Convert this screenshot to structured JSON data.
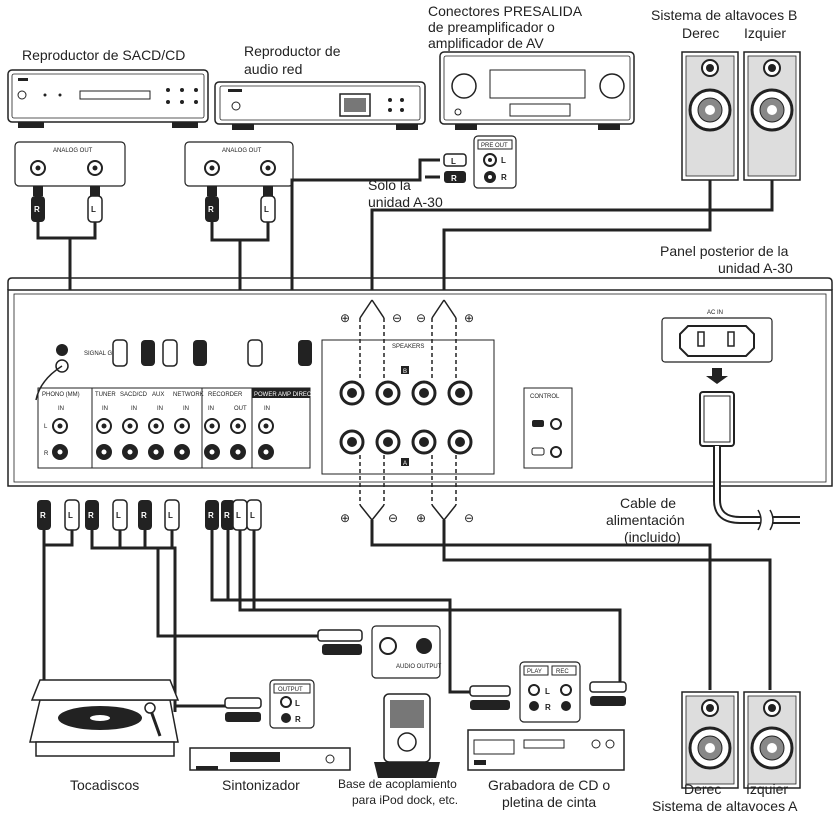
{
  "labels": {
    "sacd_player": "Reproductor de SACD/CD",
    "network_player_1": "Reproductor de",
    "network_player_2": "audio red",
    "preout_1": "Conectores PRESALIDA",
    "preout_2": "de preamplificador o",
    "preout_3": "amplificador de AV",
    "speaker_b": "Sistema de altavoces B",
    "speaker_a": "Sistema de altavoces A",
    "right": "Derec",
    "left": "Izquier",
    "only_a30_1": "Solo la",
    "only_a30_2": "unidad A-30",
    "rear_panel_1": "Panel posterior de la",
    "rear_panel_2": "unidad A-30",
    "power_cable_1": "Cable de",
    "power_cable_2": "alimentación",
    "power_cable_3": "(incluido)",
    "turntable": "Tocadiscos",
    "tuner": "Sintonizador",
    "ipod_1": "Base de acoplamiento",
    "ipod_2": "para iPod dock, etc.",
    "cd_recorder_1": "Grabadora de CD o",
    "cd_recorder_2": "pletina de cinta"
  },
  "panel_labels": {
    "analog_out": "ANALOG OUT",
    "pre_out": "PRE OUT",
    "signal_gnd": "SIGNAL GND",
    "phono": "PHONO (MM)",
    "tuner": "TUNER",
    "sacd_cd": "SACD/CD",
    "aux": "AUX",
    "network": "NETWORK",
    "recorder": "RECORDER",
    "power_amp_direct": "POWER AMP DIRECT",
    "in": "IN",
    "out": "OUT",
    "speakers": "SPEAKERS",
    "control": "CONTROL",
    "ac_in": "AC IN",
    "output": "OUTPUT",
    "audio_output": "AUDIO OUTPUT",
    "play": "PLAY",
    "rec": "REC",
    "L": "L",
    "R": "R",
    "A": "A",
    "B": "B"
  }
}
